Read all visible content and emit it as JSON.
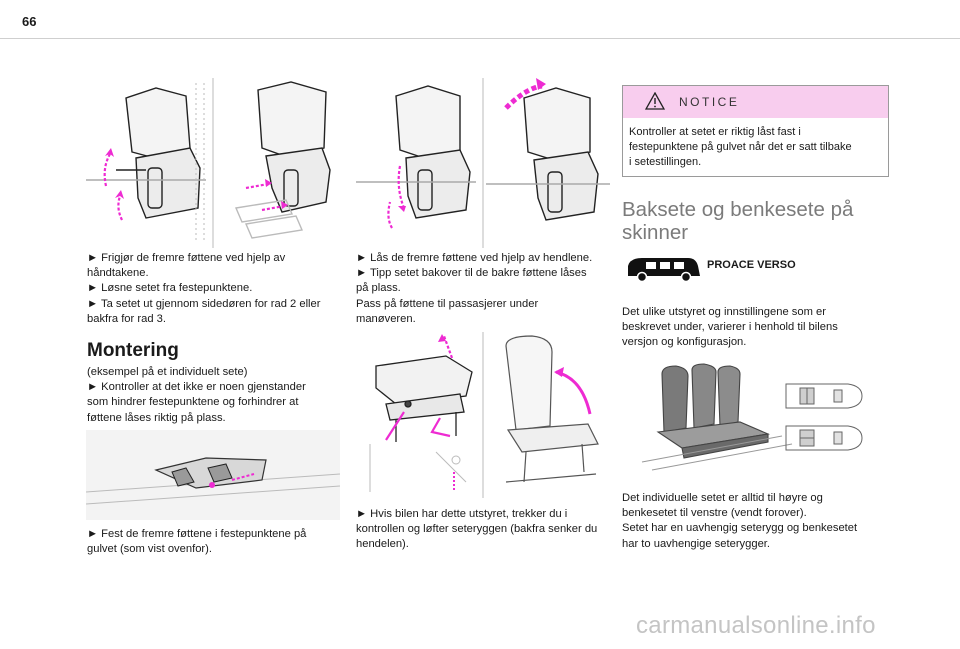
{
  "page": {
    "number": "66"
  },
  "col1": {
    "text1": [
      "► Frigjør de fremre føttene ved hjelp av",
      "håndtakene.",
      "► Løsne setet fra festepunktene.",
      "► Ta setet ut gjennom sidedøren for rad 2 eller",
      "bakfra for rad 3."
    ],
    "heading": "Montering",
    "text2": [
      "(eksempel på et individuelt sete)",
      "► Kontroller at det ikke er noen gjenstander",
      "som hindrer festepunktene og forhindrer at",
      "føttene låses riktig på plass."
    ],
    "text3": [
      "► Fest de fremre føttene i festepunktene på",
      "gulvet (som vist ovenfor)."
    ]
  },
  "col2": {
    "text1": [
      "► Lås de fremre føttene ved hjelp av hendlene.",
      "► Tipp setet bakover til de bakre føttene låses",
      "på plass.",
      "Pass på føttene til passasjerer under",
      "manøveren."
    ],
    "text2": [
      "► Hvis bilen har dette utstyret, trekker du i",
      "kontrollen og løfter seteryggen (bakfra senker du",
      "hendelen)."
    ]
  },
  "col3": {
    "notice": {
      "title": "NOTICE",
      "lines": [
        "Kontroller at setet er riktig låst fast i",
        "festepunktene på gulvet når det er satt tilbake",
        "i setestillingen."
      ]
    },
    "section_title": [
      "Baksete og benkesete på",
      "skinner"
    ],
    "model": "PROACE VERSO",
    "text1": [
      "Det ulike utstyret og innstillingene som er",
      "beskrevet under, varierer i henhold til bilens",
      "versjon og konfigurasjon."
    ],
    "text2": [
      "Det individuelle setet er alltid til høyre og",
      "benkesetet til venstre (vendt forover).",
      "Setet har en uavhengig seterygg og benkesetet",
      "har to uavhengige seterygger."
    ]
  },
  "footer": {
    "watermark": "carmanualsonline.info"
  },
  "colors": {
    "accent_magenta": "#ee2bd2",
    "notice_bg": "#f8cdee",
    "section_title": "#7b7b7b"
  },
  "icons": [
    "warning-icon",
    "van-icon"
  ]
}
